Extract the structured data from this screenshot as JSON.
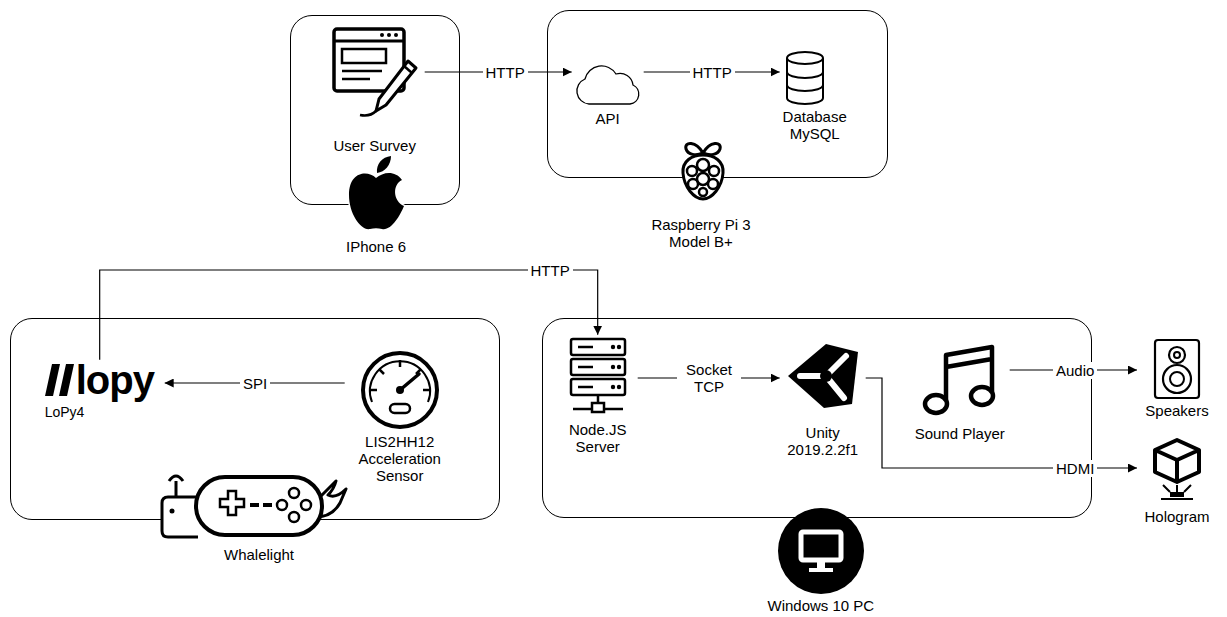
{
  "diagram": {
    "nodes": [
      {
        "text": [
          "IPhone 6"
        ]
      },
      {
        "text": [
          "User Survey"
        ],
        "in": 0
      },
      {
        "text": [
          "Raspberry Pi 3 Model B+"
        ]
      },
      {
        "text": [
          "API"
        ],
        "in": 2
      },
      {
        "text": [
          "Database MySQL"
        ],
        "in": 2
      },
      {
        "text": [
          "Whalelight"
        ]
      },
      {
        "text": [
          "lopy",
          "LoPy4"
        ],
        "in": 5
      },
      {
        "text": [
          "LIS2HH12 Acceleration Sensor"
        ],
        "in": 5
      },
      {
        "text": [
          "Windows 10 PC"
        ]
      },
      {
        "text": [
          "Node.JS Server"
        ],
        "in": 8
      },
      {
        "text": [
          "Unity 2019.2.2f1"
        ],
        "in": 8
      },
      {
        "text": [
          "Sound Player"
        ],
        "in": 8
      },
      {
        "text": [
          "Speakers"
        ]
      },
      {
        "text": [
          "Hologram"
        ]
      }
    ],
    "edges": [
      {
        "from": 1,
        "to": 3,
        "arrow": "to",
        "label": "HTTP"
      },
      {
        "from": 3,
        "to": 4,
        "arrow": "to",
        "label": "HTTP"
      },
      {
        "from": 7,
        "to": 6,
        "arrow": "to",
        "label": "SPI"
      },
      {
        "from": 6,
        "to": 9,
        "arrow": "to",
        "label": "HTTP"
      },
      {
        "from": 9,
        "to": 10,
        "arrow": "to",
        "label": "Socket TCP"
      },
      {
        "from": 10,
        "to": 13,
        "arrow": "to",
        "label": "HDMI"
      },
      {
        "from": 11,
        "to": 12,
        "arrow": "to",
        "label": "Audio"
      }
    ]
  }
}
